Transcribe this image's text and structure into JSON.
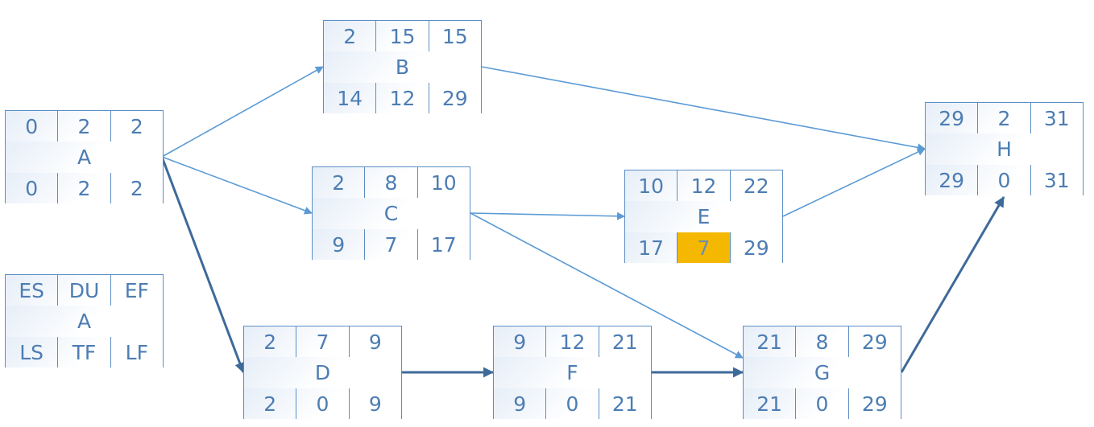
{
  "legend": {
    "es": "ES",
    "du": "DU",
    "ef": "EF",
    "name": "A",
    "ls": "LS",
    "tf": "TF",
    "lf": "LF"
  },
  "nodes": {
    "A": {
      "es": "0",
      "du": "2",
      "ef": "2",
      "name": "A",
      "ls": "0",
      "tf": "2",
      "lf": "2"
    },
    "B": {
      "es": "2",
      "du": "15",
      "ef": "15",
      "name": "B",
      "ls": "14",
      "tf": "12",
      "lf": "29"
    },
    "C": {
      "es": "2",
      "du": "8",
      "ef": "10",
      "name": "C",
      "ls": "9",
      "tf": "7",
      "lf": "17"
    },
    "D": {
      "es": "2",
      "du": "7",
      "ef": "9",
      "name": "D",
      "ls": "2",
      "tf": "0",
      "lf": "9"
    },
    "E": {
      "es": "10",
      "du": "12",
      "ef": "22",
      "name": "E",
      "ls": "17",
      "tf": "7",
      "lf": "29"
    },
    "F": {
      "es": "9",
      "du": "12",
      "ef": "21",
      "name": "F",
      "ls": "9",
      "tf": "0",
      "lf": "21"
    },
    "G": {
      "es": "21",
      "du": "8",
      "ef": "29",
      "name": "G",
      "ls": "21",
      "tf": "0",
      "lf": "29"
    },
    "H": {
      "es": "29",
      "du": "2",
      "ef": "31",
      "name": "H",
      "ls": "29",
      "tf": "0",
      "lf": "31"
    }
  },
  "edges": [
    {
      "from": "A",
      "to": "B",
      "critical": false
    },
    {
      "from": "A",
      "to": "C",
      "critical": false
    },
    {
      "from": "A",
      "to": "D",
      "critical": true
    },
    {
      "from": "B",
      "to": "H",
      "critical": false
    },
    {
      "from": "C",
      "to": "E",
      "critical": false
    },
    {
      "from": "C",
      "to": "G",
      "critical": false
    },
    {
      "from": "D",
      "to": "F",
      "critical": true
    },
    {
      "from": "F",
      "to": "G",
      "critical": true
    },
    {
      "from": "E",
      "to": "H",
      "critical": false
    },
    {
      "from": "G",
      "to": "H",
      "critical": true
    }
  ],
  "highlight": {
    "node": "E",
    "field": "tf",
    "color": "#f5b800"
  },
  "colors": {
    "border": "#5b8ec4",
    "text": "#4d7db3",
    "normal_edge": "#5b9bd5",
    "critical_edge": "#3e6a9a"
  }
}
